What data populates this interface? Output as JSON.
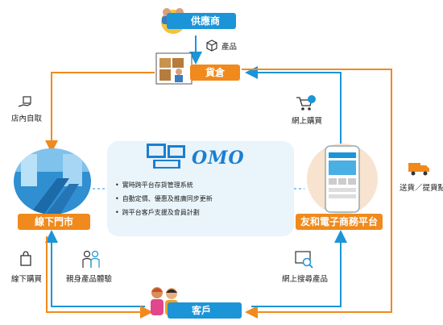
{
  "nodes": {
    "supplier": "供應商",
    "warehouse": "貨倉",
    "offline_store": "線下門市",
    "online_platform": "友和電子商務平台",
    "customer": "客戶"
  },
  "flows": {
    "product": "產品",
    "store_pickup": "店內自取",
    "online_purchase": "網上購買",
    "delivery_pickup": "送貨／提貨點",
    "offline_purchase": "線下購買",
    "in_person_experience": "親身產品體驗",
    "online_search": "網上搜尋產品"
  },
  "omo": {
    "title": "OMO",
    "bullets": [
      "實時跨平台存貨管理系統",
      "自動定價、優惠及推廣同步更新",
      "跨平台客戶支援及會員計劃"
    ]
  },
  "colors": {
    "blue": "#1b95d8",
    "orange": "#f08a1c",
    "omo_bg": "#eaf4fb"
  }
}
